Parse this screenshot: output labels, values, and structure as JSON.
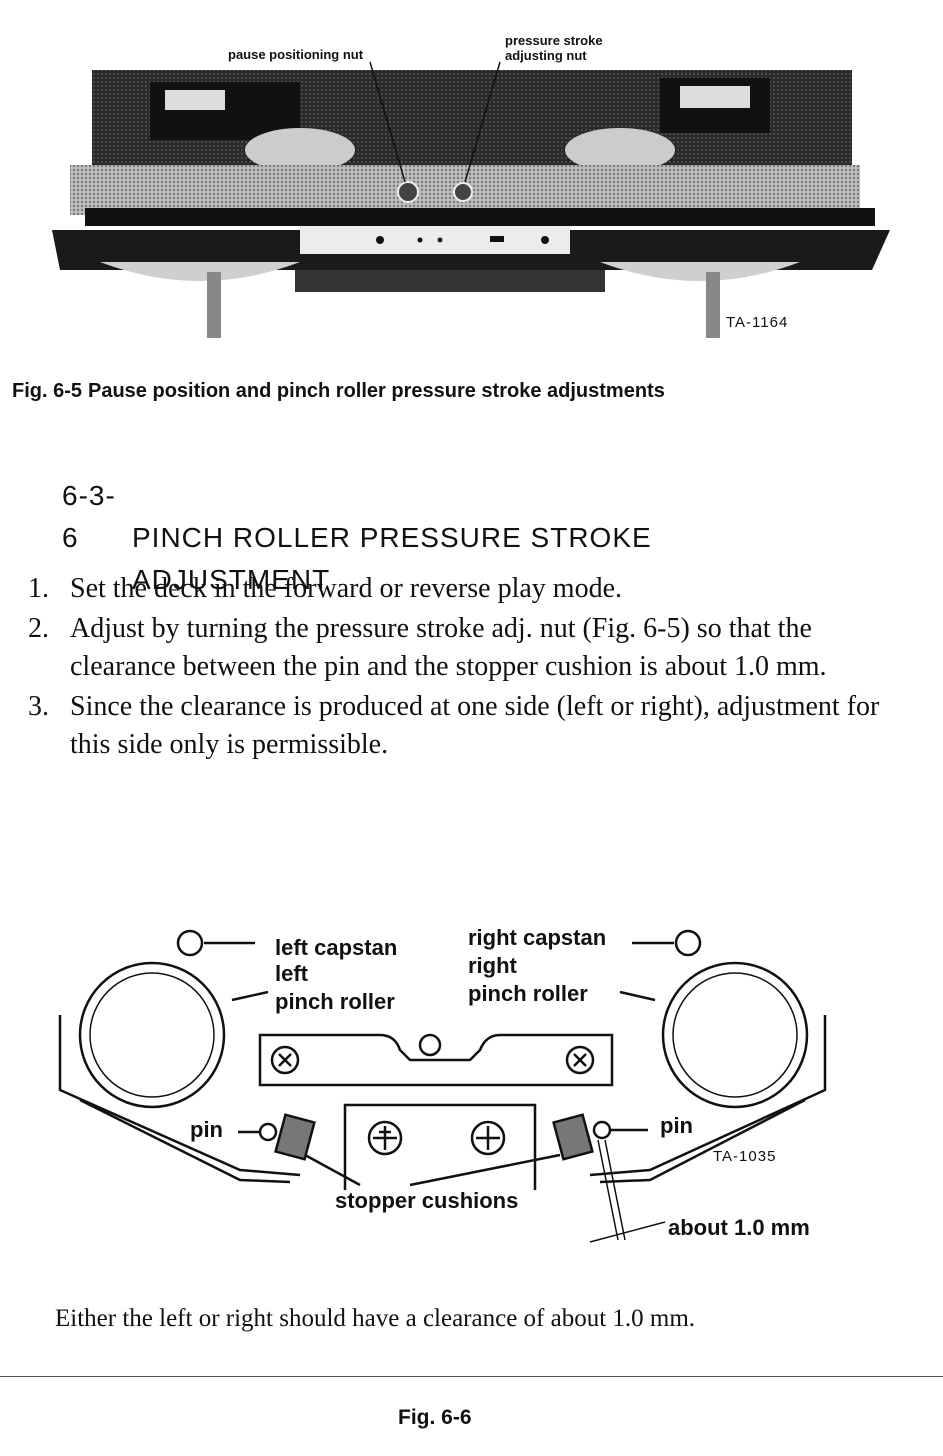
{
  "photo_figure": {
    "callout_pause_nut": "pause positioning nut",
    "callout_pressure_nut_line1": "pressure stroke",
    "callout_pressure_nut_line2": "adjusting nut",
    "code": "TA-1164",
    "caption_number": "Fig. 6-5",
    "caption_text": "Pause position and pinch roller pressure stroke adjustments"
  },
  "section": {
    "number": "6-3-6",
    "title_line1": "PINCH  ROLLER PRESSURE  STROKE",
    "title_line2": "ADJUSTMENT"
  },
  "steps": [
    {
      "num": "1.",
      "text": "Set the deck in the forward or reverse play mode."
    },
    {
      "num": "2.",
      "text": "Adjust by turning the pressure stroke adj. nut (Fig. 6-5) so that the clearance between the pin and the stopper cushion is about 1.0 mm."
    },
    {
      "num": "3.",
      "text": "Since the clearance is produced at one side (left or right), adjustment for this side only is permissible."
    }
  ],
  "diagram": {
    "left_capstan": "left capstan",
    "left_pinch_1": "left",
    "left_pinch_2": "pinch roller",
    "right_capstan": "right capstan",
    "right_pinch_1": "right",
    "right_pinch_2": "pinch roller",
    "pin_left": "pin",
    "pin_right": "pin",
    "stopper": "stopper cushions",
    "clearance": "about 1.0 mm",
    "code": "TA-1035"
  },
  "note": "Either the left or right should have a clearance of about 1.0 mm.",
  "fig66_caption": "Fig. 6-6"
}
